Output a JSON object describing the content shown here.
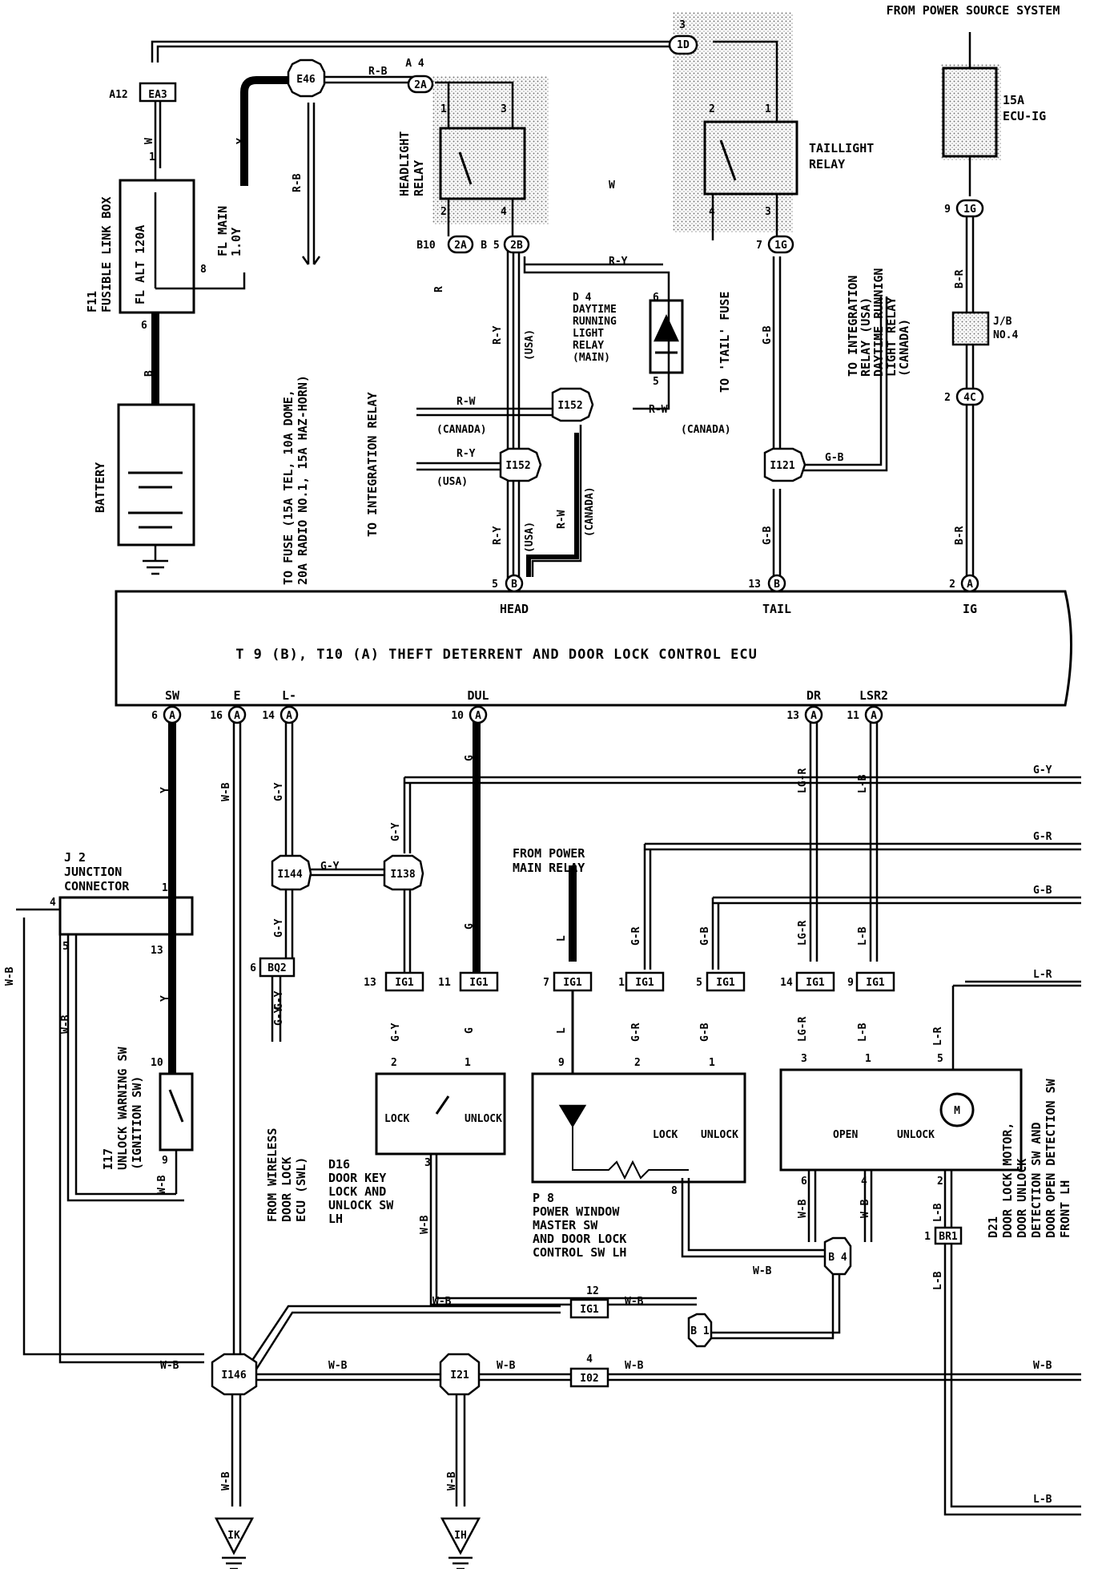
{
  "header": {
    "power_source": "FROM POWER SOURCE SYSTEM"
  },
  "components": {
    "fusible_link_box": [
      "F11",
      "FUSIBLE LINK BOX"
    ],
    "fl_alt": "FL ALT 120A",
    "fl_main": [
      "FL MAIN",
      "1.0Y"
    ],
    "battery": "BATTERY",
    "headlight_relay": [
      "HEADLIGHT",
      "RELAY"
    ],
    "taillight_relay": [
      "TAILLIGHT",
      "RELAY"
    ],
    "ecu_ig_fuse": [
      "15A",
      "ECU-IG"
    ],
    "jb4": [
      "J/B",
      "NO.4"
    ],
    "drl_relay": [
      "D 4",
      "DAYTIME",
      "RUNNING",
      "LIGHT",
      "RELAY",
      "(MAIN)"
    ],
    "ecu_title": "T 9 (B), T10 (A)  THEFT DETERRENT AND DOOR LOCK CONTROL ECU",
    "junction_connector": [
      "J 2",
      "JUNCTION",
      "CONNECTOR"
    ],
    "unlock_warning_sw": [
      "I17",
      "UNLOCK WARNING SW",
      "(IGNITION SW)"
    ],
    "door_key_sw": [
      "D16",
      "DOOR KEY",
      "LOCK AND",
      "UNLOCK SW",
      "LH"
    ],
    "power_window_sw": [
      "P 8",
      "POWER WINDOW",
      "MASTER SW",
      "AND DOOR LOCK",
      "CONTROL SW LH"
    ],
    "door_lock_motor": [
      "D21",
      "DOOR LOCK MOTOR,",
      "DOOR UNLOCK",
      "DETECTION SW AND",
      "DOOR OPEN DETECTION SW",
      "FRONT LH"
    ]
  },
  "notes": {
    "to_fuse": [
      "TO FUSE (15A TEL, 10A DOME,",
      "20A RADIO NO.1, 15A HAZ-HORN)"
    ],
    "to_integration_relay": "TO INTEGRATION RELAY",
    "to_tail_fuse": "TO 'TAIL' FUSE",
    "to_integration_relay_2": [
      "TO INTEGRATION",
      "RELAY (USA)",
      "DAYTIME RUNNIGN",
      "LIGHT RELAY",
      "(CANADA)"
    ],
    "from_wireless": [
      "FROM WIRELESS",
      "DOOR LOCK",
      "ECU (SWL)"
    ],
    "from_power_main": [
      "FROM POWER",
      "MAIN RELAY"
    ]
  },
  "ecu_pins_top": [
    {
      "num": "5",
      "conn": "B",
      "name": "HEAD"
    },
    {
      "num": "13",
      "conn": "B",
      "name": "TAIL"
    },
    {
      "num": "2",
      "conn": "A",
      "name": "IG"
    }
  ],
  "ecu_pins_bottom": [
    {
      "num": "6",
      "conn": "A",
      "name": "SW"
    },
    {
      "num": "16",
      "conn": "A",
      "name": "E"
    },
    {
      "num": "14",
      "conn": "A",
      "name": "L-"
    },
    {
      "num": "10",
      "conn": "A",
      "name": "DUL"
    },
    {
      "num": "13",
      "conn": "A",
      "name": "DR"
    },
    {
      "num": "11",
      "conn": "A",
      "name": "LSR2"
    }
  ],
  "connectors": {
    "ea3": "EA3",
    "a12": "A12",
    "e46": "E46",
    "c2a_top": "2A",
    "a4": "A 4",
    "c1d": "1D",
    "c1d_pin": "3",
    "c2a_bot": "2A",
    "b10": "B10",
    "b5": "B 5",
    "c2b": "2B",
    "c1g_l": "1G",
    "c1g_l_pin": "7",
    "c1g_r": "1G",
    "c1g_r_pin": "9",
    "c4c": "4C",
    "c4c_pin": "2",
    "i152a": "I152",
    "i152b": "I152",
    "i121": "I121",
    "i144": "I144",
    "i138": "I138",
    "bq2": "BQ2",
    "bq2_pin": "6",
    "ig1": "IG1",
    "b4": "B 4",
    "b1": "B 1",
    "br1": "BR1",
    "br1_pin": "1",
    "i146": "I146",
    "i21": "I21",
    "i02": "I02",
    "i02_pin": "4",
    "ig1_12": "12",
    "ik": "IK",
    "ih": "IH"
  },
  "ig1_pins": [
    "13",
    "11",
    "7",
    "1",
    "5",
    "14",
    "9"
  ],
  "wires": {
    "w": "W",
    "y": "Y",
    "b": "B",
    "rb": "R-B",
    "r": "R",
    "ry": "R-Y",
    "rw": "R-W",
    "gb": "G-B",
    "br": "B-R",
    "gy": "G-Y",
    "gr": "G-R",
    "g": "G",
    "l": "L",
    "lgr": "LG-R",
    "lb": "L-B",
    "wb": "W-B",
    "lr": "L-R",
    "usa": "(USA)",
    "canada": "(CANADA)"
  },
  "pin_labels": {
    "p1": "1",
    "p2": "2",
    "p3": "3",
    "p4": "4",
    "p5": "5",
    "p6": "6",
    "p8": "8",
    "p9": "9",
    "p10": "10",
    "p13": "13"
  },
  "switch_labels": {
    "lock": "LOCK",
    "unlock": "UNLOCK",
    "open": "OPEN"
  }
}
